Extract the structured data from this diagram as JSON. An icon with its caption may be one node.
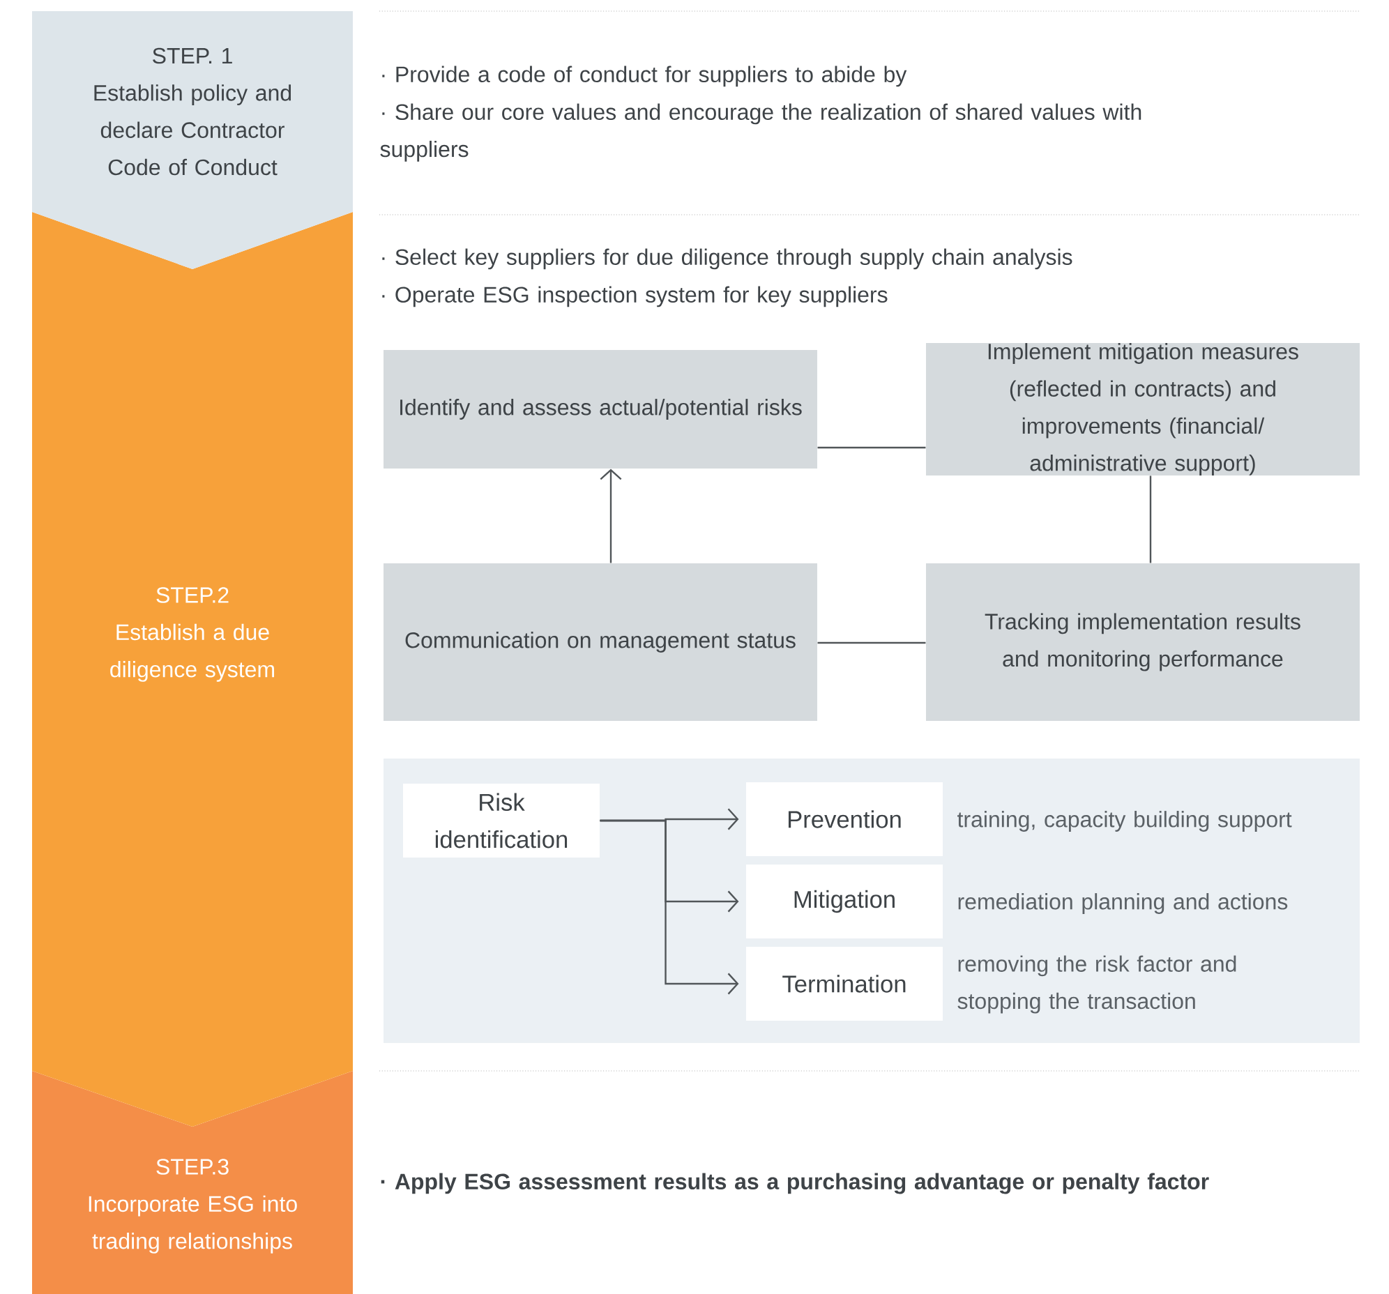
{
  "diagram": {
    "nodes": [
      {
        "text": [
          "STEP. 1",
          "Establish policy and declare Contractor Code of Conduct"
        ]
      },
      {
        "text": [
          "STEP.2",
          "Establish a due diligence system"
        ]
      },
      {
        "text": [
          "STEP.3",
          "Incorporate ESG into trading relationships"
        ]
      },
      {
        "text": [
          "Identify and assess actual/potential risks"
        ]
      },
      {
        "text": [
          "Implement mitigation measures (reflected in contracts) and improvements (financial/ administrative support)"
        ]
      },
      {
        "text": [
          "Communication on management status"
        ]
      },
      {
        "text": [
          "Tracking implementation results and monitoring performance"
        ]
      },
      {
        "text": [],
        "shape": "box"
      },
      {
        "text": [
          "Risk identification"
        ],
        "in": 7
      },
      {
        "text": [
          "Prevention"
        ],
        "in": 7,
        "beside": [
          "training, capacity building support"
        ]
      },
      {
        "text": [
          "Mitigation"
        ],
        "in": 7,
        "beside": [
          "remediation planning and actions"
        ]
      },
      {
        "text": [
          "Termination"
        ],
        "in": 7,
        "beside": [
          "removing the risk factor and stopping the transaction"
        ]
      }
    ],
    "edges": [
      {
        "from": 3,
        "to": 4,
        "arrow": "none"
      },
      {
        "from": 4,
        "to": 6,
        "arrow": "none"
      },
      {
        "from": 6,
        "to": 5,
        "arrow": "none"
      },
      {
        "from": 5,
        "to": 3,
        "arrow": "to"
      },
      {
        "from": 8,
        "to": 9,
        "arrow": "to"
      },
      {
        "from": 8,
        "to": 10,
        "arrow": "to"
      },
      {
        "from": 8,
        "to": 11,
        "arrow": "to"
      }
    ],
    "labels": [
      "· Provide a code of conduct for suppliers to abide by",
      "· Share our core values and encourage the realization of shared values with suppliers",
      "· Select key suppliers for due diligence through supply chain analysis",
      "· Operate ESG inspection system for key suppliers",
      "· Apply ESG assessment results as a purchasing advantage or penalty factor"
    ]
  }
}
